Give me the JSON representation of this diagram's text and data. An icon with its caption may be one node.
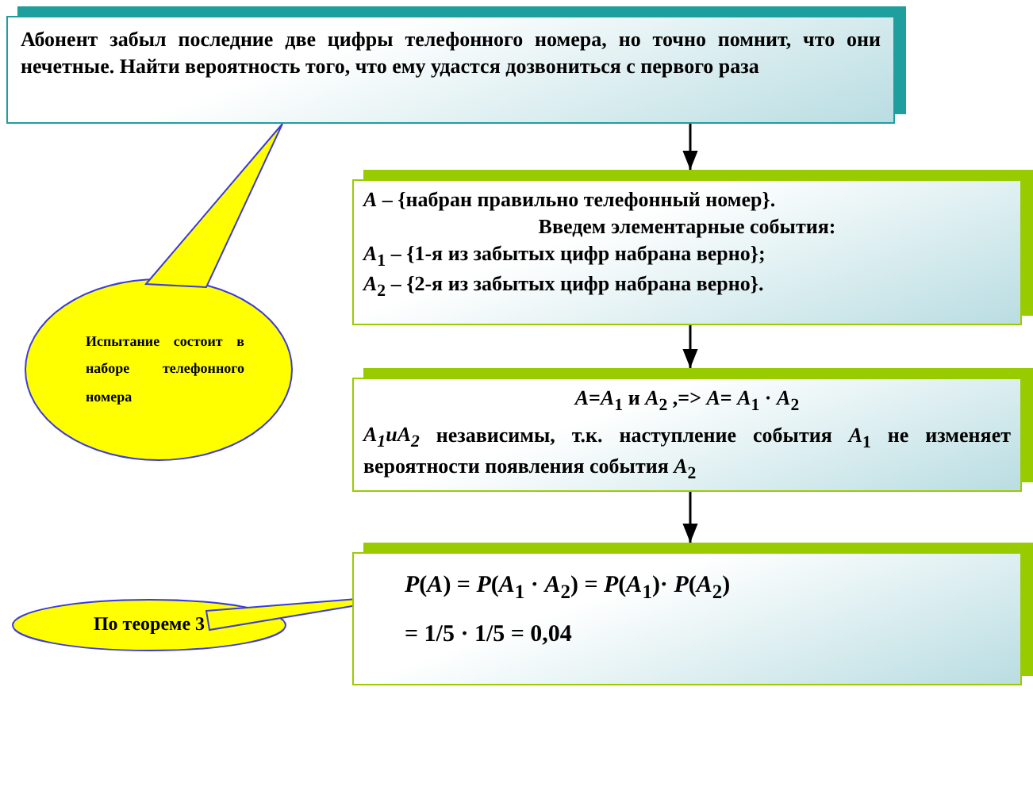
{
  "diagram": {
    "nodes": [
      {
        "text": [
          "Абонент забыл последние  две цифры телефонного номера, но точно помнит, что они нечетные. Найти вероятность того, что ему удастся дозвониться с первого раза"
        ]
      },
      {
        "text": [
          "*A* – {набран правильно телефонный номер}.",
          "Введем элементарные события:",
          "*A*$_{1}$ – {1-я из забытых цифр набрана верно};",
          "*A*$_{2}$ – {2-я из забытых цифр набрана верно}."
        ]
      },
      {
        "text": [
          "*A*=*A*$_{1}$ и *A*$_{2}$ ,=> *A*= *A*$_{1}$ · *A*$_{2}$",
          "*A$_{1}$и$^{}$A$_{2}$* независимы, т.к. наступление события *A*$_{1}$ не изменяет вероятности появления события *A*$_{2}$"
        ]
      },
      {
        "text": [
          "*P*(*A*) = *P*(*A*$_{1}$ · *A*$_{2}$) = *P*(*A*$_{1}$)· *P*(*A*$_{2}$)",
          "= 1/5 · 1/5 = 0,04"
        ]
      },
      {
        "text": [
          "Испытание состоит в наборе телефонного номера"
        ]
      },
      {
        "text": [
          "По теореме 3"
        ]
      }
    ],
    "edges": [
      {
        "from": 0,
        "to": 1,
        "arrow": "to"
      },
      {
        "from": 1,
        "to": 2,
        "arrow": "to"
      },
      {
        "from": 2,
        "to": 3,
        "arrow": "to"
      },
      {
        "from": 4,
        "to": 0,
        "arrow": "none"
      },
      {
        "from": 5,
        "to": 3,
        "arrow": "none"
      }
    ]
  }
}
